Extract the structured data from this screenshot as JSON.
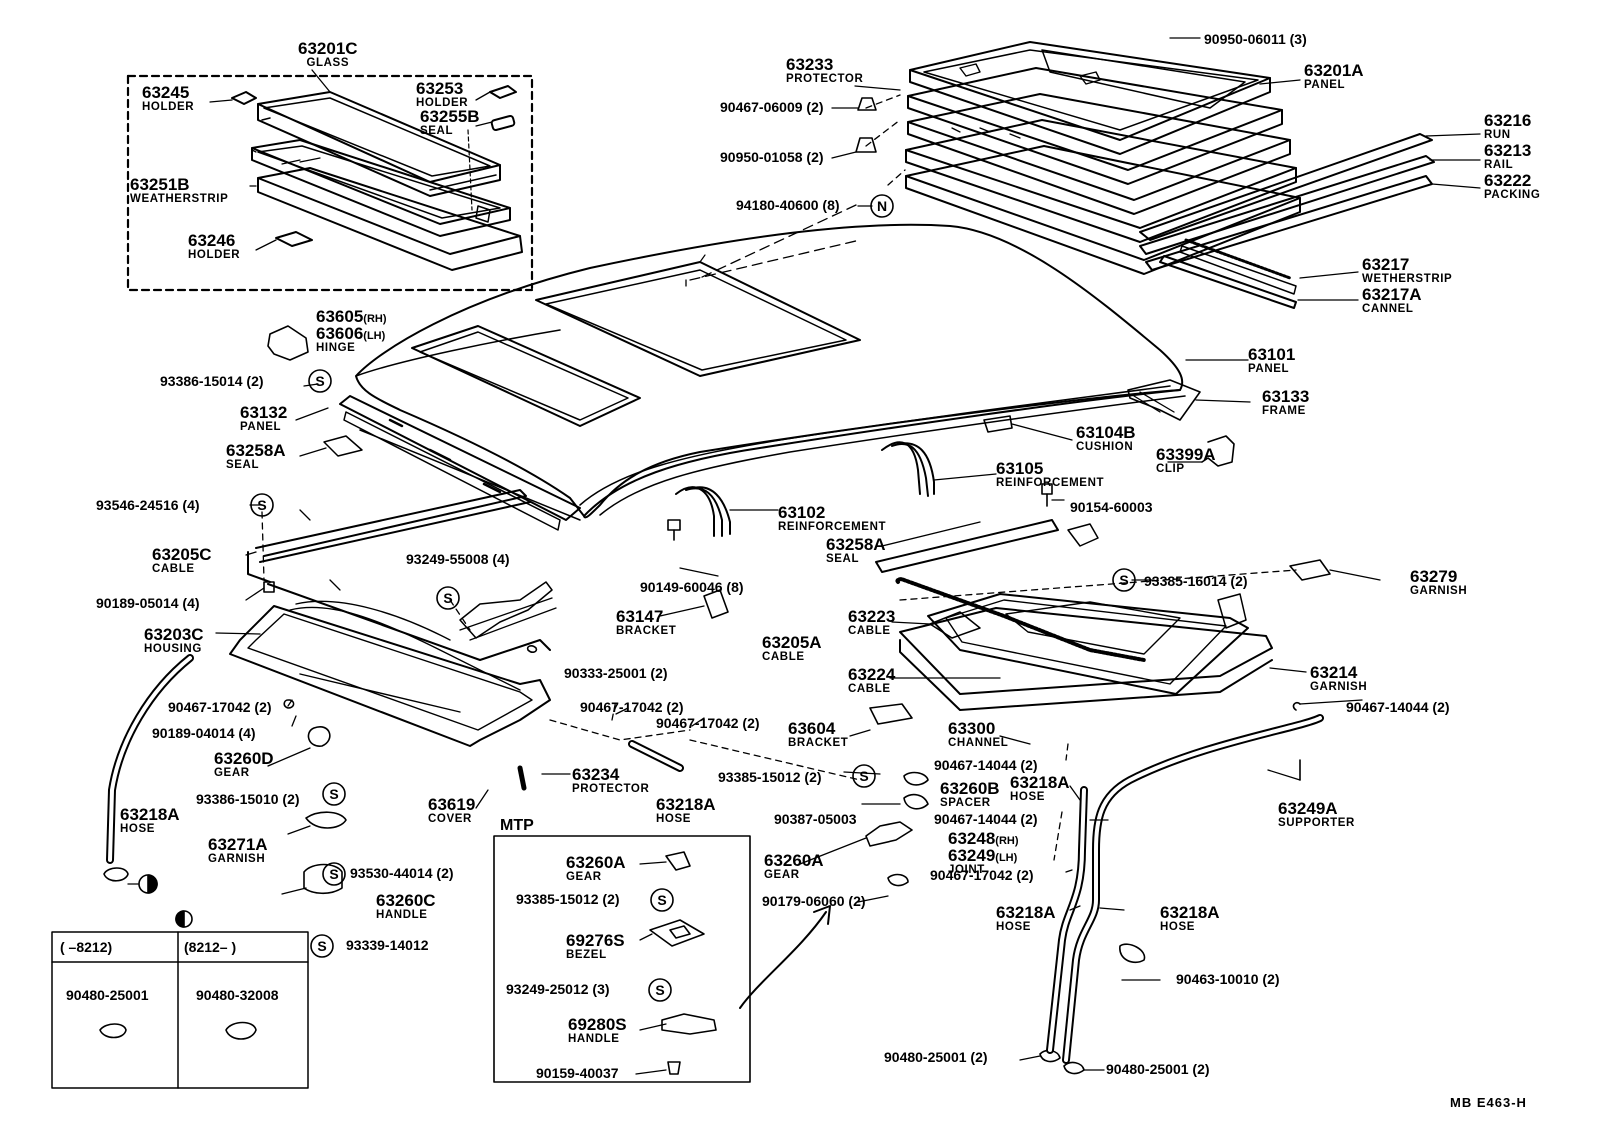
{
  "diagram": {
    "code": "MB  E463-H",
    "mtp_title": "MTP",
    "legend_table": {
      "col1_header": "(      –8212)",
      "col2_header": "(8212–        )",
      "col1_part": "90480-25001",
      "col2_part": "90480-32008"
    },
    "labels": {
      "glass_pn": "63201C",
      "glass_nm": "GLASS",
      "holder245_pn": "63245",
      "holder245_nm": "HOLDER",
      "holder253_pn": "63253",
      "holder253_nm": "HOLDER",
      "seal255_pn": "63255B",
      "seal255_nm": "SEAL",
      "ws251_pn": "63251B",
      "ws251_nm": "WEATHERSTRIP",
      "holder246_pn": "63246",
      "holder246_nm": "HOLDER",
      "protector233_pn": "63233",
      "protector233_nm": "PROTECTOR",
      "p90467_06009": "90467-06009 (2)",
      "p90950_01058": "90950-01058 (2)",
      "p94180_40600": "94180-40600 (8)",
      "p90950_06011": "90950-06011 (3)",
      "panel201a_pn": "63201A",
      "panel201a_nm": "PANEL",
      "run216_pn": "63216",
      "run216_nm": "RUN",
      "rail213_pn": "63213",
      "rail213_nm": "RAIL",
      "packing222_pn": "63222",
      "packing222_nm": "PACKING",
      "ws217_pn": "63217",
      "ws217_nm": "WETHERSTRIP",
      "cannel217a_pn": "63217A",
      "cannel217a_nm": "CANNEL",
      "hinge_pn": "63605",
      "hinge_pn_rh": "(RH)",
      "hinge_pn2": "63606",
      "hinge_pn2_lh": "(LH)",
      "hinge_nm": "HINGE",
      "p93386_15014": "93386-15014 (2)",
      "panel101_pn": "63101",
      "panel101_nm": "PANEL",
      "frame133_pn": "63133",
      "frame133_nm": "FRAME",
      "panel132_pn": "63132",
      "panel132_nm": "PANEL",
      "seal258a_pn": "63258A",
      "seal258a_nm": "SEAL",
      "cushion104b_pn": "63104B",
      "cushion104b_nm": "CUSHION",
      "clip399a_pn": "63399A",
      "clip399a_nm": "CLIP",
      "reinf105_pn": "63105",
      "reinf105_nm": "REINFORCEMENT",
      "p93546_24516": "93546-24516 (4)",
      "reinf102_pn": "63102",
      "reinf102_nm": "REINFORCEMENT",
      "p90154_60003": "90154-60003",
      "cable205c_pn": "63205C",
      "cable205c_nm": "CABLE",
      "p93249_55008": "93249-55008 (4)",
      "seal258a2_pn": "63258A",
      "seal258a2_nm": "SEAL",
      "p90189_05014": "90189-05014 (4)",
      "p90149_60046": "90149-60046 (8)",
      "p93385_16014": "93385-16014 (2)",
      "garnish279_pn": "63279",
      "garnish279_nm": "GARNISH",
      "housing203c_pn": "63203C",
      "housing203c_nm": "HOUSING",
      "bracket147_pn": "63147",
      "bracket147_nm": "BRACKET",
      "cable223_pn": "63223",
      "cable223_nm": "CABLE",
      "cable205a_pn": "63205A",
      "cable205a_nm": "CABLE",
      "p90333_25001": "90333-25001 (2)",
      "cable224_pn": "63224",
      "cable224_nm": "CABLE",
      "garnish214_pn": "63214",
      "garnish214_nm": "GARNISH",
      "p90467_17042a": "90467-17042 (2)",
      "p90467_17042b": "90467-17042 (2)",
      "p90467_17042c": "90467-17042 (2)",
      "p90467_14044a": "90467-14044 (2)",
      "p90189_04014": "90189-04014 (4)",
      "bracket604_pn": "63604",
      "bracket604_nm": "BRACKET",
      "channel300_pn": "63300",
      "channel300_nm": "CHANNEL",
      "gear260d_pn": "63260D",
      "gear260d_nm": "GEAR",
      "p90467_14044b": "90467-14044 (2)",
      "protector234_pn": "63234",
      "protector234_nm": "PROTECTOR",
      "p93385_15012a": "93385-15012 (2)",
      "p93386_15010": "93386-15010 (2)",
      "spacer260b_pn": "63260B",
      "spacer260b_nm": "SPACER",
      "hose218a_c_pn": "63218A",
      "hose218a_c_nm": "HOSE",
      "cover619_pn": "63619",
      "cover619_nm": "COVER",
      "hose218a_b_pn": "63218A",
      "hose218a_b_nm": "HOSE",
      "p90387_05003": "90387-05003",
      "p90467_14044c": "90467-14044 (2)",
      "supporter249a_pn": "63249A",
      "supporter249a_nm": "SUPPORTER",
      "hose218a_a_pn": "63218A",
      "hose218a_a_nm": "HOSE",
      "joint248_pn": "63248",
      "joint248_rh": "(RH)",
      "joint249_pn": "63249",
      "joint249_lh": "(LH)",
      "joint_nm": "JOINT",
      "garnish271a_pn": "63271A",
      "garnish271a_nm": "GARNISH",
      "gear260a2_pn": "63260A",
      "gear260a2_nm": "GEAR",
      "p90467_17042d": "90467-17042 (2)",
      "p93530_44014": "93530-44014 (2)",
      "p90179_06060": "90179-06060 (2)",
      "handle260c_pn": "63260C",
      "handle260c_nm": "HANDLE",
      "hose218a_d_pn": "63218A",
      "hose218a_d_nm": "HOSE",
      "hose218a_e_pn": "63218A",
      "hose218a_e_nm": "HOSE",
      "p93339_14012": "93339-14012",
      "gear260a_pn": "63260A",
      "gear260a_nm": "GEAR",
      "p93385_15012b": "93385-15012 (2)",
      "bezel276_pn": "69276S",
      "bezel276_nm": "BEZEL",
      "p93249_25012": "93249-25012 (3)",
      "p90463_10010": "90463-10010 (2)",
      "handle280_pn": "69280S",
      "handle280_nm": "HANDLE",
      "p90159_40037": "90159-40037",
      "p90480_25001a": "90480-25001 (2)",
      "p90480_25001b": "90480-25001 (2)"
    },
    "symbols": {
      "s": "S",
      "n": "N"
    }
  }
}
